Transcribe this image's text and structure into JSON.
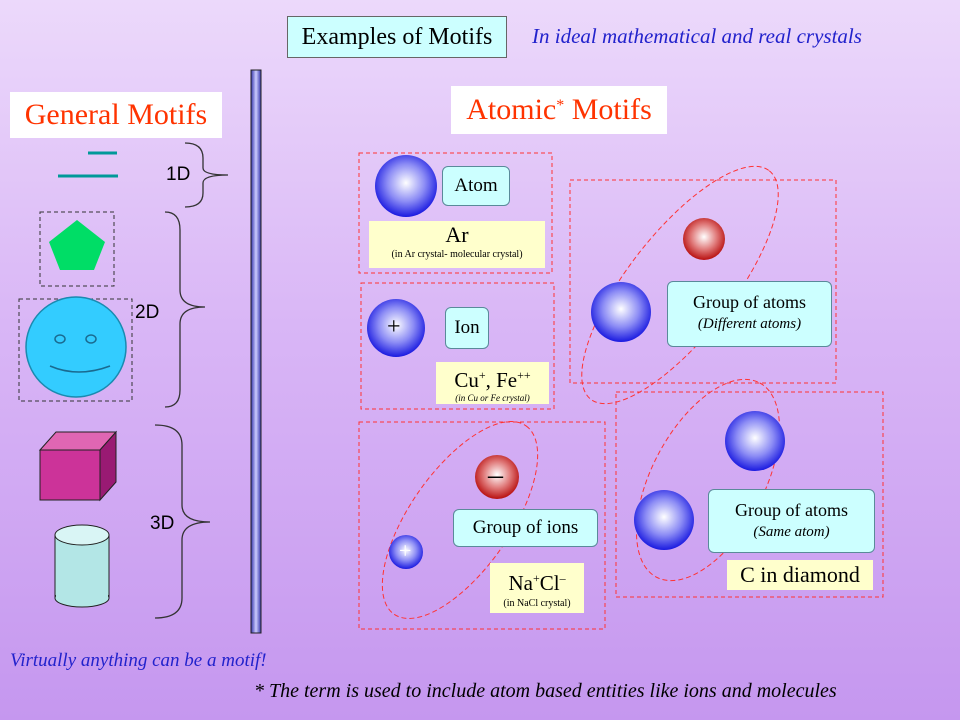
{
  "header": {
    "title": "Examples of Motifs",
    "subtitle": "In ideal mathematical and real crystals"
  },
  "general": {
    "heading": "General Motifs",
    "label_1d": "1D",
    "label_2d": "2D",
    "label_3d": "3D"
  },
  "atomic": {
    "heading": "Atomic",
    "heading_star": "*",
    "heading_tail": " Motifs"
  },
  "atom": {
    "label": "Atom",
    "example": "Ar",
    "note": "(in Ar crystal- molecular crystal)"
  },
  "ion": {
    "label": "Ion",
    "sign": "+",
    "ex_a": "Cu",
    "ex_a_sup": "+",
    "ex_sep": ", Fe",
    "ex_b_sup": "++",
    "note": "(in Cu or Fe crystal)"
  },
  "ions_group": {
    "label": "Group of ions",
    "minus": "–",
    "plus": "+",
    "ex_na": "Na",
    "ex_na_sup": "+",
    "ex_cl": "Cl",
    "ex_cl_sup": "–",
    "note": "(in NaCl crystal)"
  },
  "group_diff": {
    "label": "Group of atoms",
    "sub": "(Different atoms)"
  },
  "group_same": {
    "label": "Group of atoms",
    "sub": "(Same atom)",
    "example": "C in diamond"
  },
  "footer": {
    "line1": "Virtually anything can be a motif!",
    "line2": "* The term is used to include atom based entities like ions and molecules"
  },
  "colors": {
    "accent_red": "#ff3300",
    "box_cyan": "#ccffff",
    "box_yellow": "#ffffcc",
    "pentagon": "#00dd66",
    "face": "#33ccff",
    "cube": "#cc3399",
    "cylinder": "#b3e6e6"
  }
}
